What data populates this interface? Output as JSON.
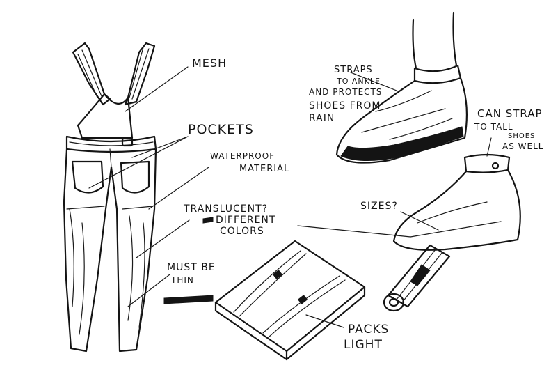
{
  "annotations": {
    "mesh": "MESH",
    "pockets": "POCKETS",
    "waterproof": [
      "WATERPROOF",
      "MATERIAL"
    ],
    "translucent": [
      "TRANSLUCENT?",
      "DIFFERENT",
      "COLORS"
    ],
    "must_be_thin": [
      "MUST BE",
      "THIN"
    ],
    "straps": [
      "STRAPS",
      "TO ANKLE",
      "AND PROTECTS",
      "SHOES FROM",
      "RAIN"
    ],
    "can_strap": [
      "CAN STRAP",
      "TO TALL",
      "SHOES",
      "AS WELL"
    ],
    "sizes": "SIZES?",
    "packs_light": [
      "PACKS",
      "LIGHT"
    ]
  },
  "colors": {
    "ink": "#141414",
    "paper": "#ffffff"
  }
}
